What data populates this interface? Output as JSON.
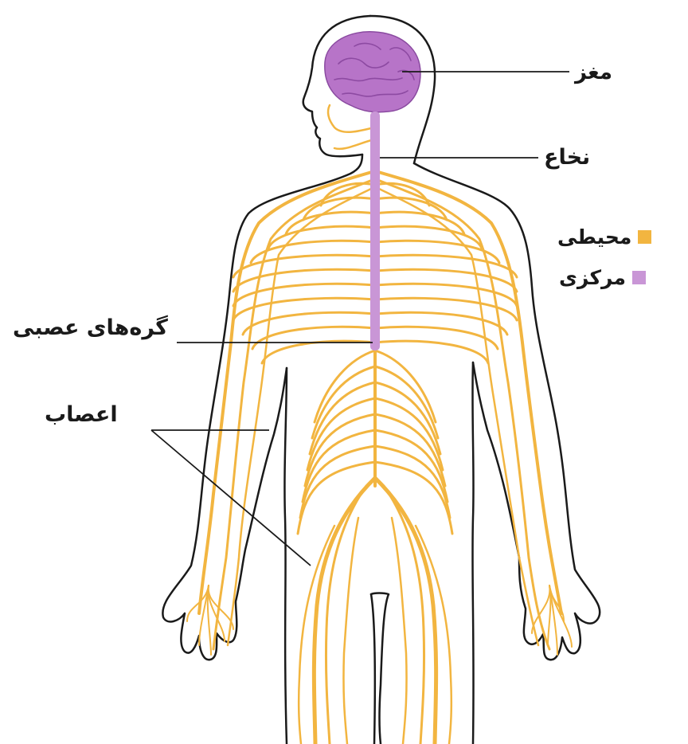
{
  "labels": {
    "brain": "مغز",
    "spinal_cord": "نخاع",
    "ganglia": "گره‌های عصبی",
    "nerves": "اعصاب"
  },
  "legend": [
    {
      "label": "محیطی",
      "color": "#f2b540"
    },
    {
      "label": "مرکزی",
      "color": "#c996d6"
    }
  ],
  "colors": {
    "peripheral": "#f2b540",
    "central": "#c996d6",
    "brain_fill": "#b774c8",
    "outline": "#1a1a1a"
  }
}
